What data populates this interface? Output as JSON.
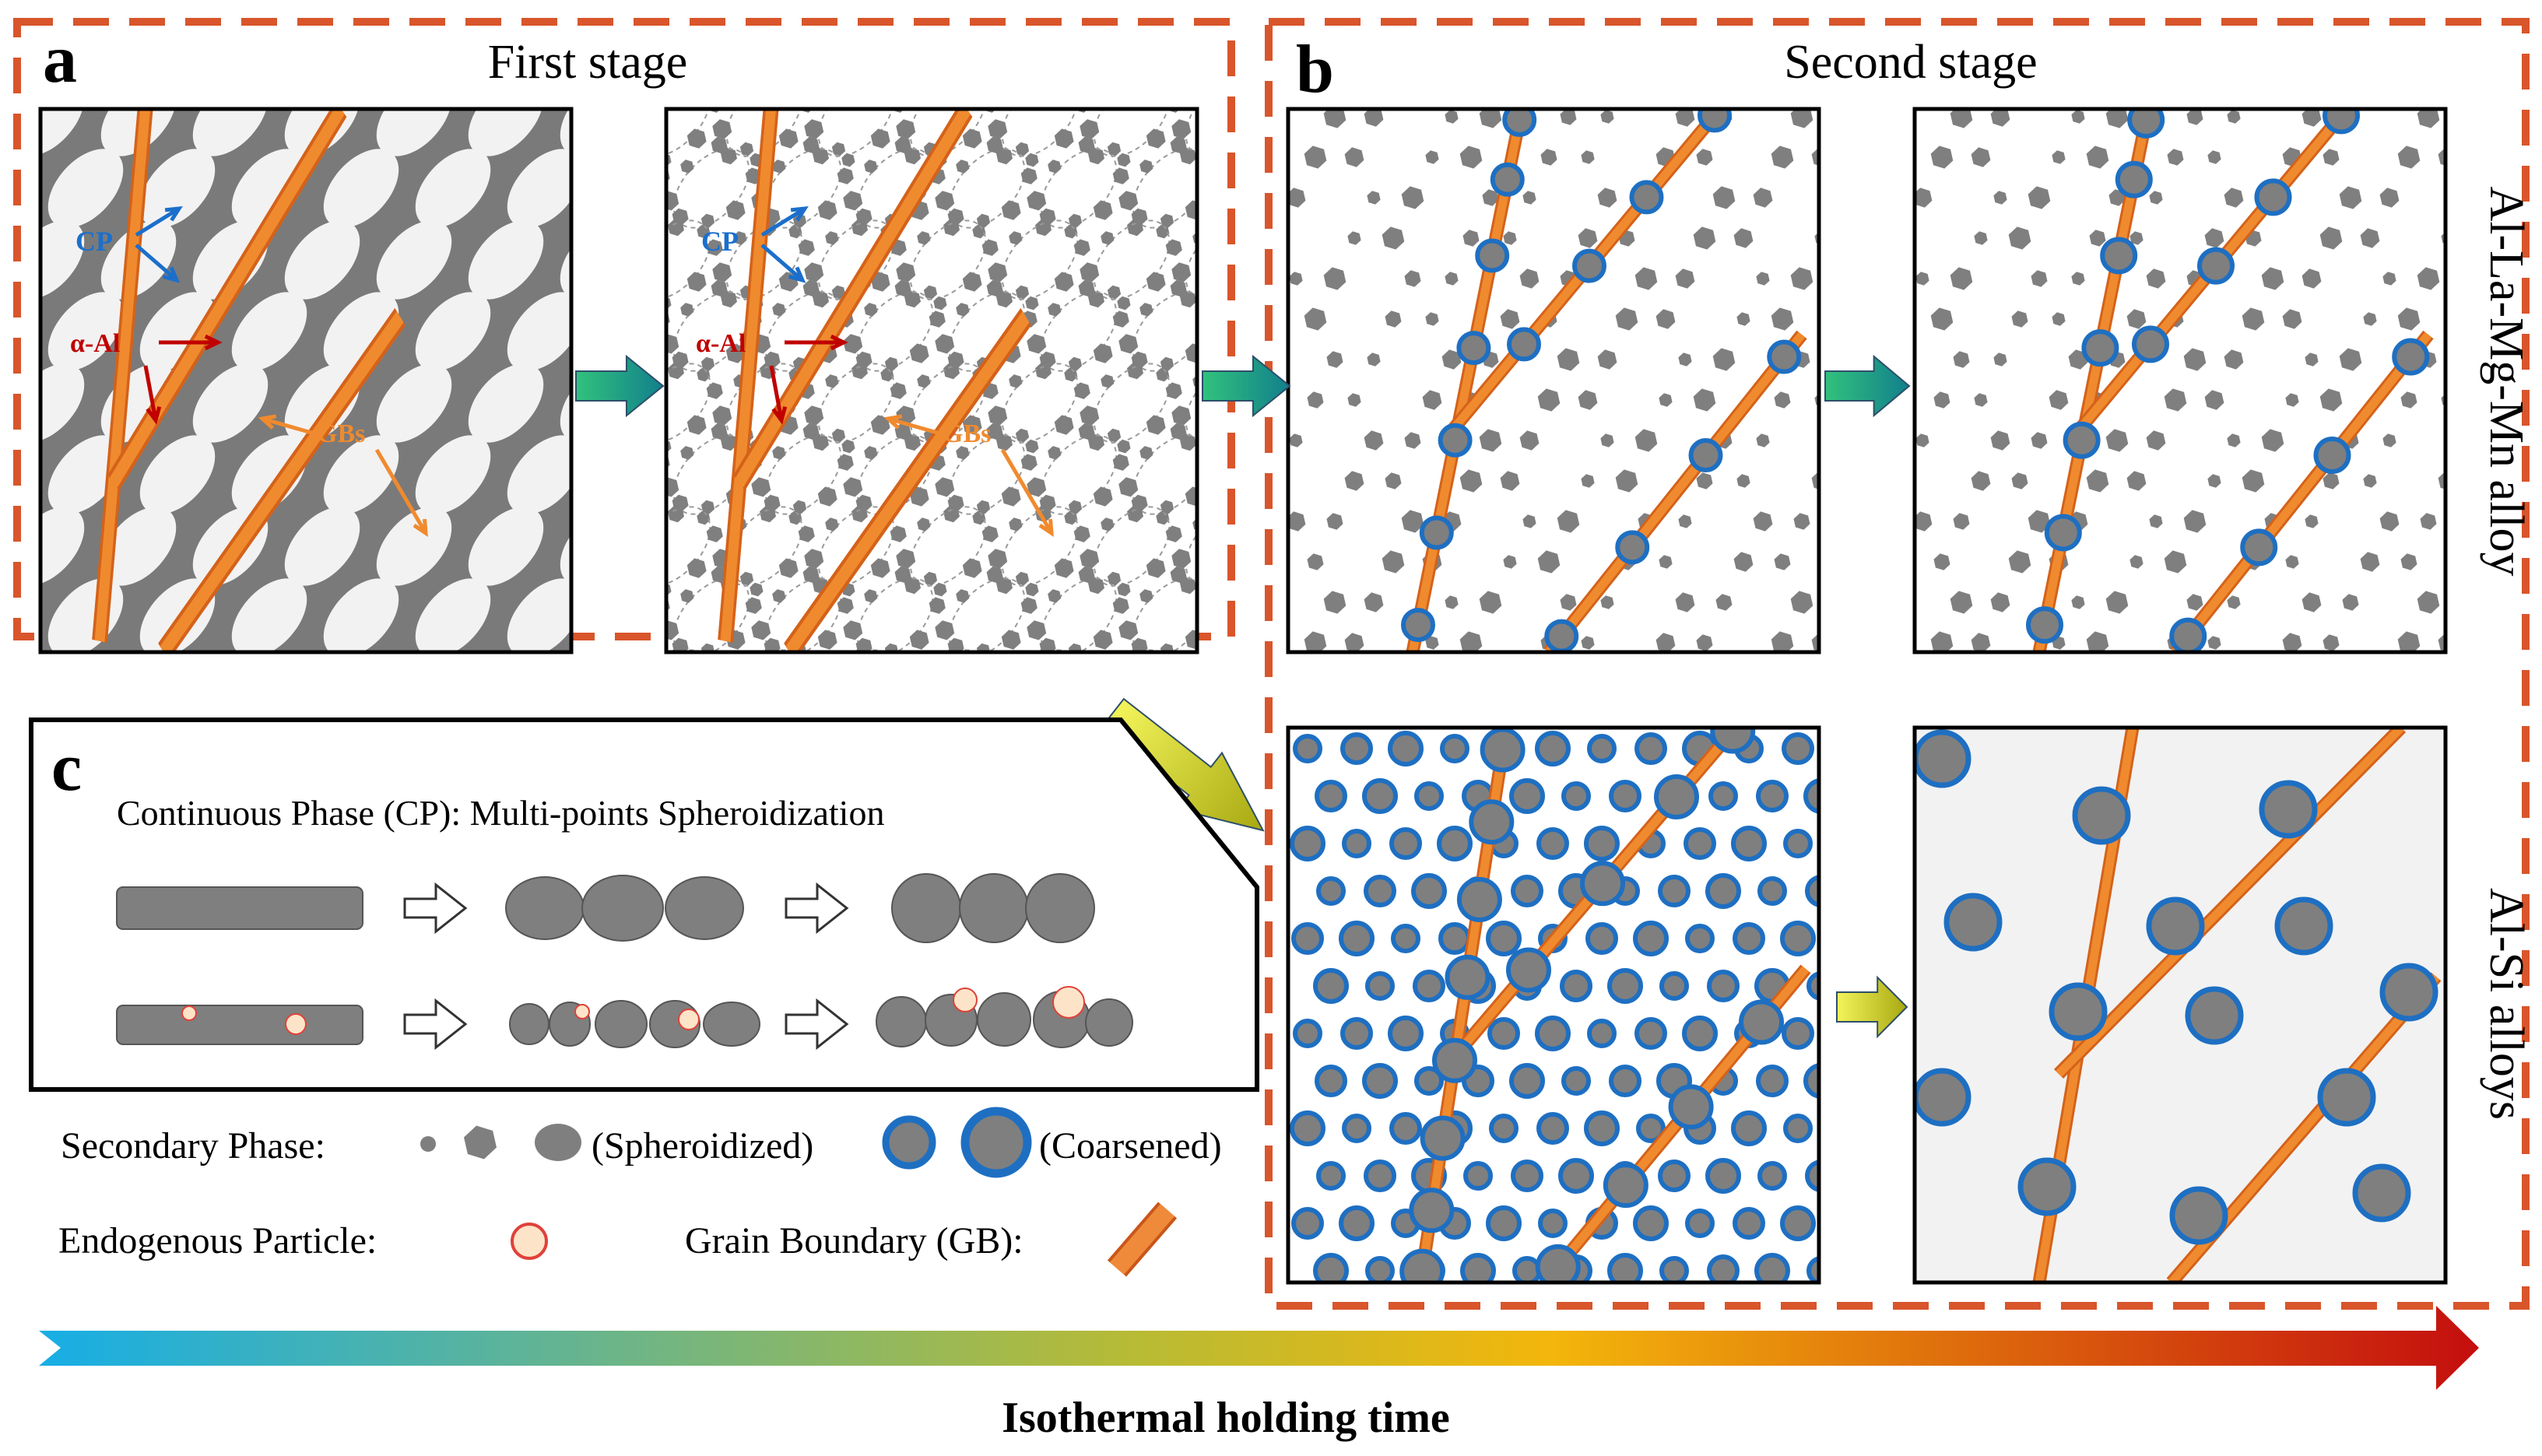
{
  "panels": {
    "a": {
      "letter": "a",
      "title": "First stage"
    },
    "b": {
      "letter": "b",
      "title": "Second stage"
    },
    "c": {
      "letter": "c",
      "title": "Continuous Phase (CP): Multi-points Spheroidization"
    }
  },
  "annotations": {
    "cp": "CP",
    "alpha_al": "α-Al",
    "gbs": "GBs"
  },
  "side_labels": {
    "top": "Al-La-Mg-Mn alloy",
    "bottom": "Al-Si alloys"
  },
  "legend": {
    "secondary_phase": "Secondary Phase:",
    "spheroidized": "(Spheroidized)",
    "coarsened": "(Coarsened)",
    "endogenous_particle": "Endogenous Particle:",
    "grain_boundary": "Grain Boundary (GB):"
  },
  "time_axis": {
    "label": "Isothermal holding time"
  },
  "colors": {
    "dashed_frame": "#d9552b",
    "grain_boundary": "#f08a2e",
    "grain_boundary_edge": "#d4621a",
    "particle_fill": "#7f7f7f",
    "particle_ring": "#1e6fc2",
    "alpha_al": "#c00000",
    "cp_label": "#1b6fcb",
    "matrix_light": "#f2f2f2",
    "endogenous_fill": "#fde4c8",
    "endogenous_edge": "#e0413a",
    "arrow_teal": "#1a9c8c",
    "arrow_yellow": "#d4d21e"
  }
}
